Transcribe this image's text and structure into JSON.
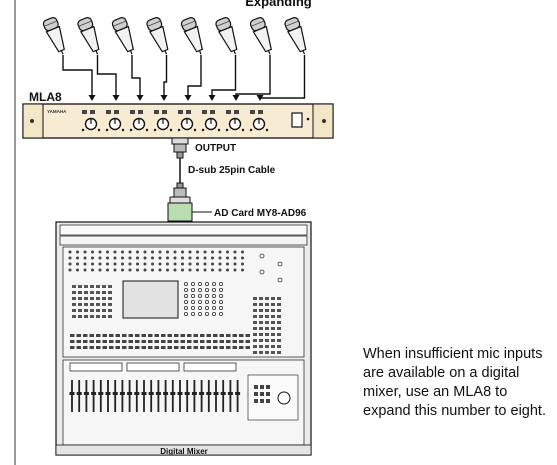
{
  "title": "Expanding",
  "labels": {
    "mla8": "MLA8",
    "output": "OUTPUT",
    "cable": "D-sub 25pin Cable",
    "ad_card": "AD Card  MY8-AD96",
    "mixer": "Digital Mixer",
    "brand": "YAMAHA"
  },
  "description": "When insufficient mic inputs are available on a digital mixer, use an MLA8 to expand this number to eight.",
  "microphone_count": 8,
  "colors": {
    "mla8_panel": "#f7ecd3",
    "ad_card": "#b9dcb0",
    "mixer_body": "#ececec",
    "line": "#111111"
  }
}
